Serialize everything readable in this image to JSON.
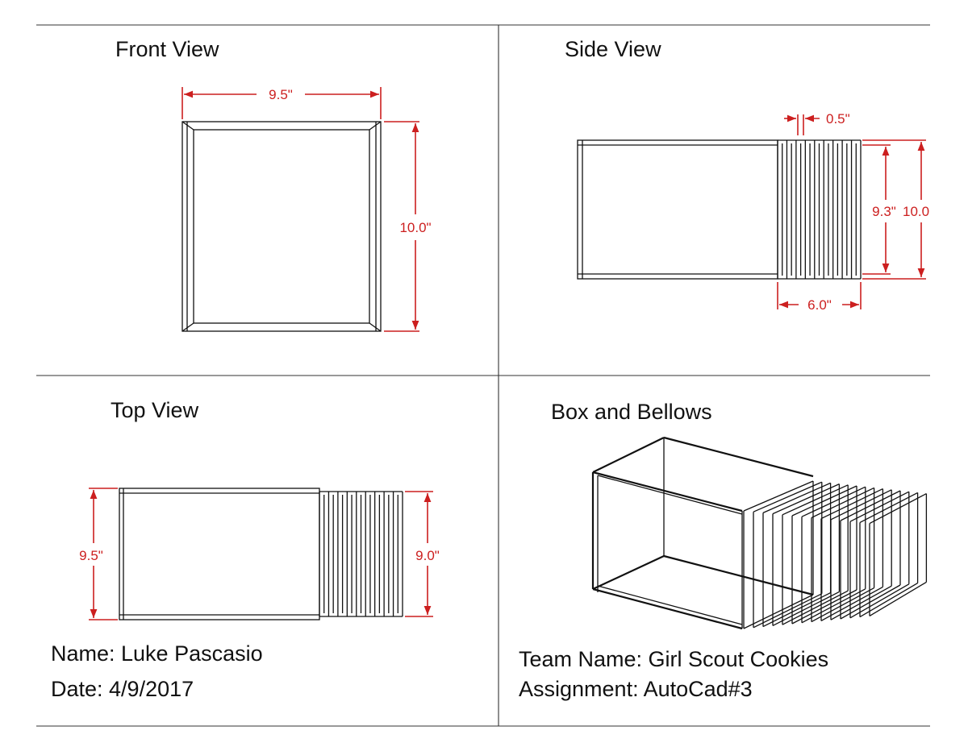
{
  "views": {
    "front": {
      "title": "Front View",
      "dim_width": "9.5\"",
      "dim_height": "10.0\""
    },
    "side": {
      "title": "Side View",
      "dim_pitch": "0.5\"",
      "dim_inner_height": "9.3\"",
      "dim_outer_height": "10.0",
      "dim_bellows_length": "6.0\""
    },
    "top": {
      "title": "Top View",
      "dim_box_width": "9.5\"",
      "dim_bellows_width": "9.0\""
    },
    "iso": {
      "title": "Box and Bellows"
    }
  },
  "info": {
    "name": "Name: Luke Pascasio",
    "date": "Date: 4/9/2017",
    "team": "Team Name: Girl Scout Cookies",
    "assignment": "Assignment: AutoCad#3"
  },
  "colors": {
    "dimension": "#cc1f1f",
    "object": "#111111"
  }
}
